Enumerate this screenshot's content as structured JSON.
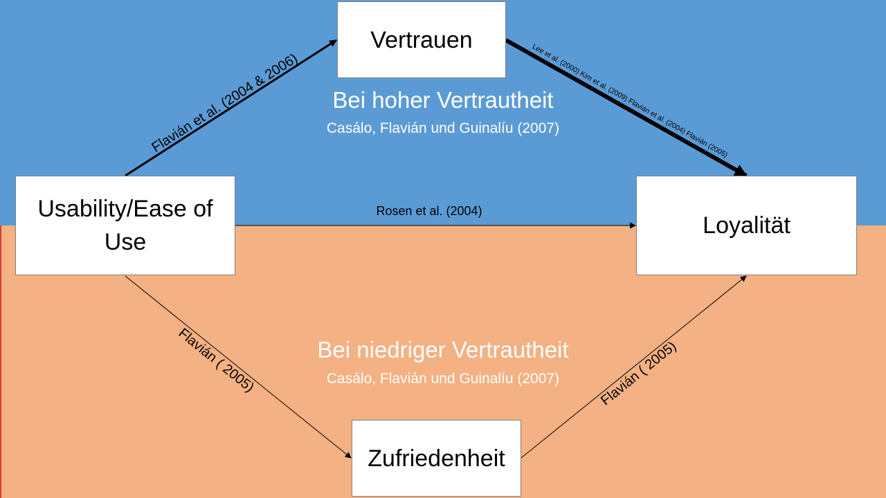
{
  "colors": {
    "top_band": "#5B9BD5",
    "bottom_band": "#F4B183",
    "edge_accent": "#E03C31",
    "box_fill": "#FFFFFF",
    "arrow": "#000000",
    "heading_text": "#FFFFFF"
  },
  "nodes": {
    "vertrauen": "Vertrauen",
    "usability": "Usability/Ease of Use",
    "loyalitaet": "Loyalität",
    "zufriedenheit": "Zufriedenheit"
  },
  "conditions": {
    "high": {
      "title": "Bei hoher Vertrautheit",
      "source": "Casálo, Flavián und Guinalíu (2007)"
    },
    "low": {
      "title": "Bei niedriger Vertrautheit",
      "source": "Casálo, Flavián und Guinalíu (2007)"
    }
  },
  "links": {
    "usability_to_vertrauen": "Flavián et al. (2004 & 2006)",
    "vertrauen_to_loyalitaet": "Lee et al. (2000)  Kim et al. (2009)  Flavián et al. (2004) Flavián (2005)",
    "usability_to_loyalitaet": "Rosen et al. (2004)",
    "usability_to_zufriedenheit": "Flavián ( 2005)",
    "zufriedenheit_to_loyalitaet": "Flavián ( 2005)"
  }
}
